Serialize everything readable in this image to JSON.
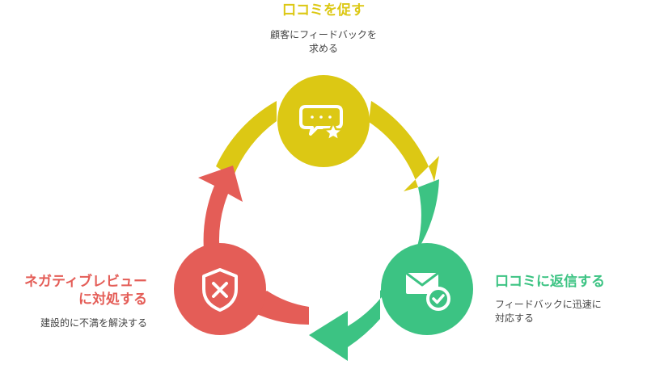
{
  "colors": {
    "yellow": "#dcc814",
    "green": "#3cc383",
    "red": "#e45d57"
  },
  "nodes": [
    {
      "id": "top",
      "title": "口コミを促す",
      "description": "顧客にフィードバックを\n求める",
      "icon": "chat-star-icon",
      "color": "#dcc814"
    },
    {
      "id": "right",
      "title": "口コミに返信する",
      "description": "フィードバックに迅速に\n対応する",
      "icon": "mail-check-icon",
      "color": "#3cc383"
    },
    {
      "id": "left",
      "title": "ネガティブレビュー\nに対処する",
      "description": "建設的に不満を解決する",
      "icon": "shield-x-icon",
      "color": "#e45d57"
    }
  ]
}
